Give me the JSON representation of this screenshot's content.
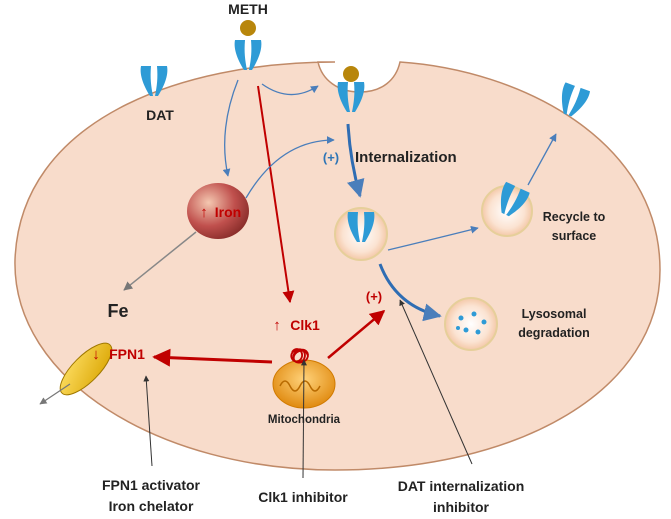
{
  "labels": {
    "meth": "METH",
    "dat": "DAT",
    "plus_blue": "(+)",
    "internalization": "Internalization",
    "recycle_line1": "Recycle to",
    "recycle_line2": "surface",
    "iron_arrow": "↑",
    "iron": "Iron",
    "fe": "Fe",
    "plus_red": "(+)",
    "clk1_arrow": "↑",
    "clk1": "Clk1",
    "lysosomal_line1": "Lysosomal",
    "lysosomal_line2": "degradation",
    "fpn1_arrow": "↓",
    "fpn1": "FPN1",
    "mitochondria": "Mitochondria",
    "fpn1_activator_line1": "FPN1 activator",
    "fpn1_activator_line2": "Iron chelator",
    "clk1_inhibitor": "Clk1 inhibitor",
    "dat_inhibitor_line1": "DAT internalization",
    "dat_inhibitor_line2": "inhibitor"
  },
  "colors": {
    "cell_fill": "#f8dccb",
    "cell_stroke": "#c08a68",
    "transporter": "#2e9bd6",
    "meth_ball": "#b8860b",
    "red_arrow": "#c00000",
    "blue_arrow": "#4a7ebb",
    "iron_fill": "#c0504d",
    "mito_fill": "#f0a030",
    "fpn1_channel": "#f0c020",
    "vesicle": "#fff2cc",
    "lysosome_dots": "#2e9bd6"
  }
}
